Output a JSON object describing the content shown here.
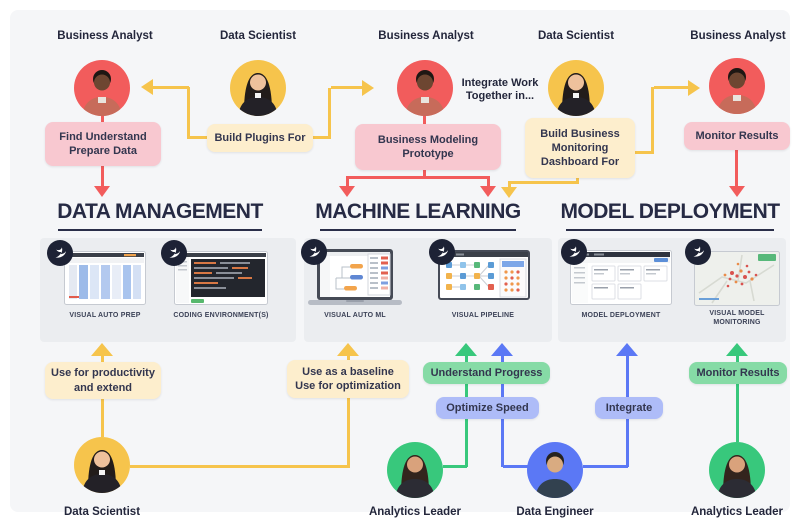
{
  "colors": {
    "red": "#f25c5c",
    "yellow": "#f6c44c",
    "green": "#38c87c",
    "blue": "#5b78f5",
    "pink-bg": "#f8c8d0",
    "cream-bg": "#fdeecd",
    "green-bg": "#86dba6",
    "periwinkle-bg": "#aebcf8",
    "navy": "#262a44",
    "board-bg": "#f5f6f8",
    "panel-bg": "#ebedf0"
  },
  "top_row": {
    "ba_left": {
      "label": "Business Analyst",
      "action_lines": [
        "Find Understand",
        "Prepare Data"
      ]
    },
    "ds_left": {
      "label": "Data Scientist",
      "action": "Build Plugins For"
    },
    "ba_center": {
      "label": "Business Analyst",
      "action_lines": [
        "Business Modeling",
        "Prototype"
      ],
      "note_lines": [
        "Integrate Work",
        "Together in..."
      ]
    },
    "ds_right": {
      "label": "Data Scientist",
      "action_lines": [
        "Build Business",
        "Monitoring",
        "Dashboard For"
      ]
    },
    "ba_right": {
      "label": "Business Analyst",
      "action": "Monitor Results"
    }
  },
  "sections": {
    "data_management": {
      "title": "DATA MANAGEMENT",
      "tools": [
        {
          "label_lines": [
            "VISUAL AUTO PREP"
          ]
        },
        {
          "label_lines": [
            "CODING ENVIRONMENT(S)"
          ]
        }
      ]
    },
    "machine_learning": {
      "title": "MACHINE LEARNING",
      "tools": [
        {
          "label_lines": [
            "VISUAL AUTO ML"
          ]
        },
        {
          "label_lines": [
            "VISUAL PIPELINE"
          ]
        }
      ]
    },
    "model_deployment": {
      "title": "MODEL DEPLOYMENT",
      "tools": [
        {
          "label_lines": [
            "MODEL DEPLOYMENT"
          ]
        },
        {
          "label_lines": [
            "VISUAL MODEL",
            "MONITORING"
          ]
        }
      ]
    }
  },
  "bottom_row": {
    "ds": {
      "label": "Data Scientist",
      "productivity_lines": [
        "Use for productivity",
        "and extend"
      ],
      "baseline_lines": [
        "Use as a baseline",
        "Use for optimization"
      ]
    },
    "al_left": {
      "label": "Analytics Leader",
      "action": "Understand Progress"
    },
    "de": {
      "label": "Data Engineer",
      "action_speed": "Optimize Speed",
      "action_integrate": "Integrate"
    },
    "al_right": {
      "label": "Analytics Leader",
      "action": "Monitor Results"
    }
  }
}
